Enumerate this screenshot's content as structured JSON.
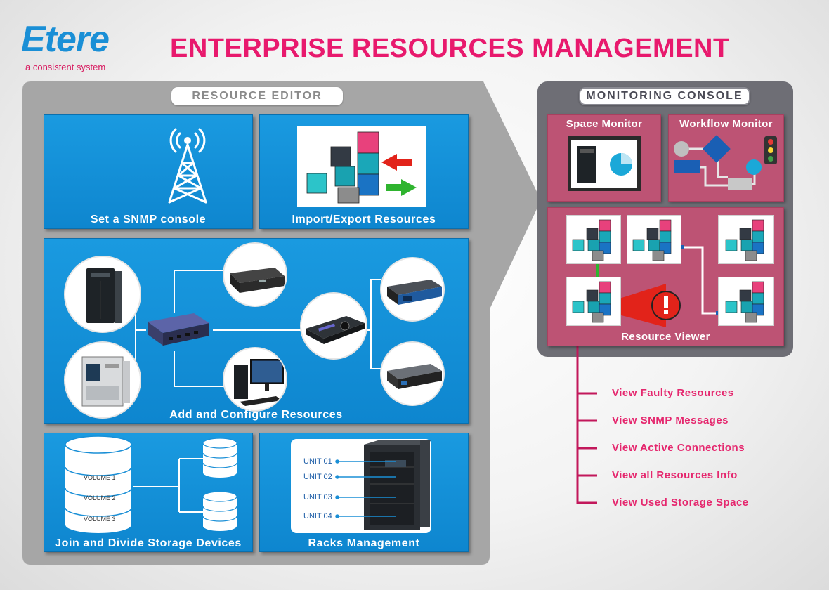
{
  "header": {
    "logo": "Etere",
    "tagline": "a consistent system",
    "title": "ENTERPRISE RESOURCES MANAGEMENT"
  },
  "resource_editor": {
    "label": "RESOURCE EDITOR",
    "panels": {
      "snmp": "Set a SNMP console",
      "import_export": "Import/Export Resources",
      "add_configure": "Add and Configure Resources",
      "storage": "Join and Divide Storage Devices",
      "racks": "Racks Management"
    },
    "volumes": [
      "VOLUME 1",
      "VOLUME 2",
      "VOLUME 3"
    ],
    "units": [
      "UNIT 01",
      "UNIT 02",
      "UNIT 03",
      "UNIT 04"
    ]
  },
  "monitoring_console": {
    "label": "MONITORING CONSOLE",
    "space_monitor": "Space Monitor",
    "workflow_monitor": "Workflow Monitor",
    "resource_viewer": "Resource Viewer"
  },
  "actions": [
    "View Faulty Resources",
    "View SNMP Messages",
    "View Active Connections",
    "View all Resources Info",
    "View Used Storage Space"
  ],
  "colors": {
    "title": "#e8196d",
    "logo": "#1a8fd6",
    "panel_blue": "#1a9ae0",
    "panel_pink": "#bd5374",
    "editor_bg": "#a6a6a6",
    "console_bg": "#6e6e75",
    "action_pink": "#e5276e"
  }
}
